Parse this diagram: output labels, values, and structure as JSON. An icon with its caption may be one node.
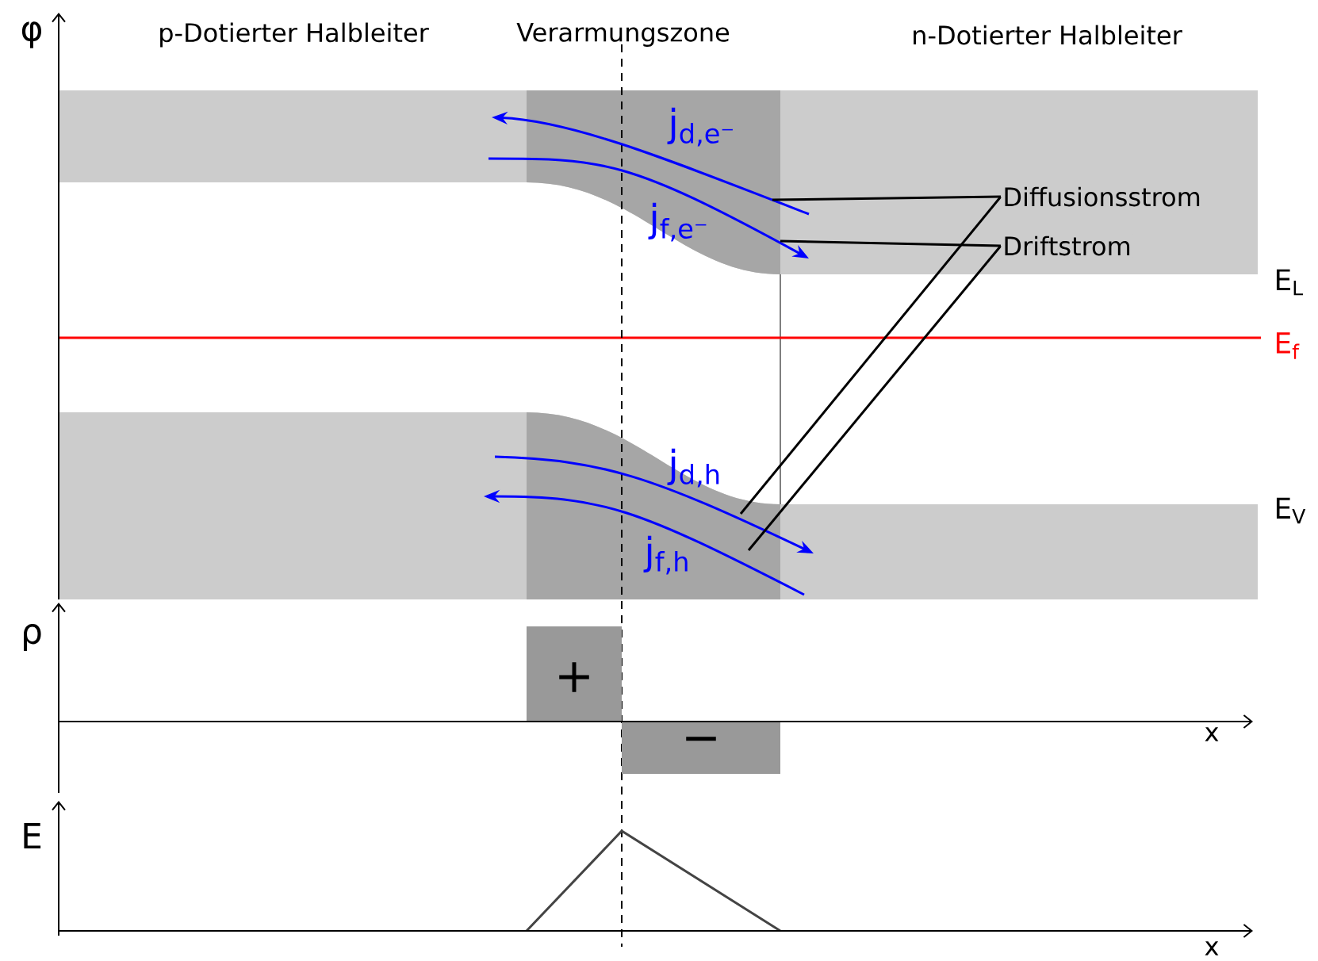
{
  "diagram": {
    "nodes": [
      {
        "text": [
          "Diffusionsstrom"
        ]
      },
      {
        "text": [
          "Driftstrom"
        ]
      },
      {
        "text": [
          "j$_{d,e⁻}$"
        ]
      },
      {
        "text": [
          "j$_{f,e⁻}$"
        ]
      },
      {
        "text": [
          "j$_{d,h}$"
        ]
      },
      {
        "text": [
          "j$_{f,h}$"
        ]
      }
    ],
    "edges": [
      {
        "from": 0,
        "to": 2,
        "arrow": "none"
      },
      {
        "from": 0,
        "to": 4,
        "arrow": "none"
      },
      {
        "from": 1,
        "to": 3,
        "arrow": "none"
      },
      {
        "from": 1,
        "to": 5,
        "arrow": "none"
      }
    ],
    "labels": [
      "p-Dotierter Halbleiter",
      "Verarmungszone",
      "n-Dotierter Halbleiter",
      "φ",
      "E$_{L}$",
      "E$_{f}$",
      "E$_{V}$",
      "ρ",
      "+",
      "−",
      "x",
      "E",
      "x"
    ]
  }
}
